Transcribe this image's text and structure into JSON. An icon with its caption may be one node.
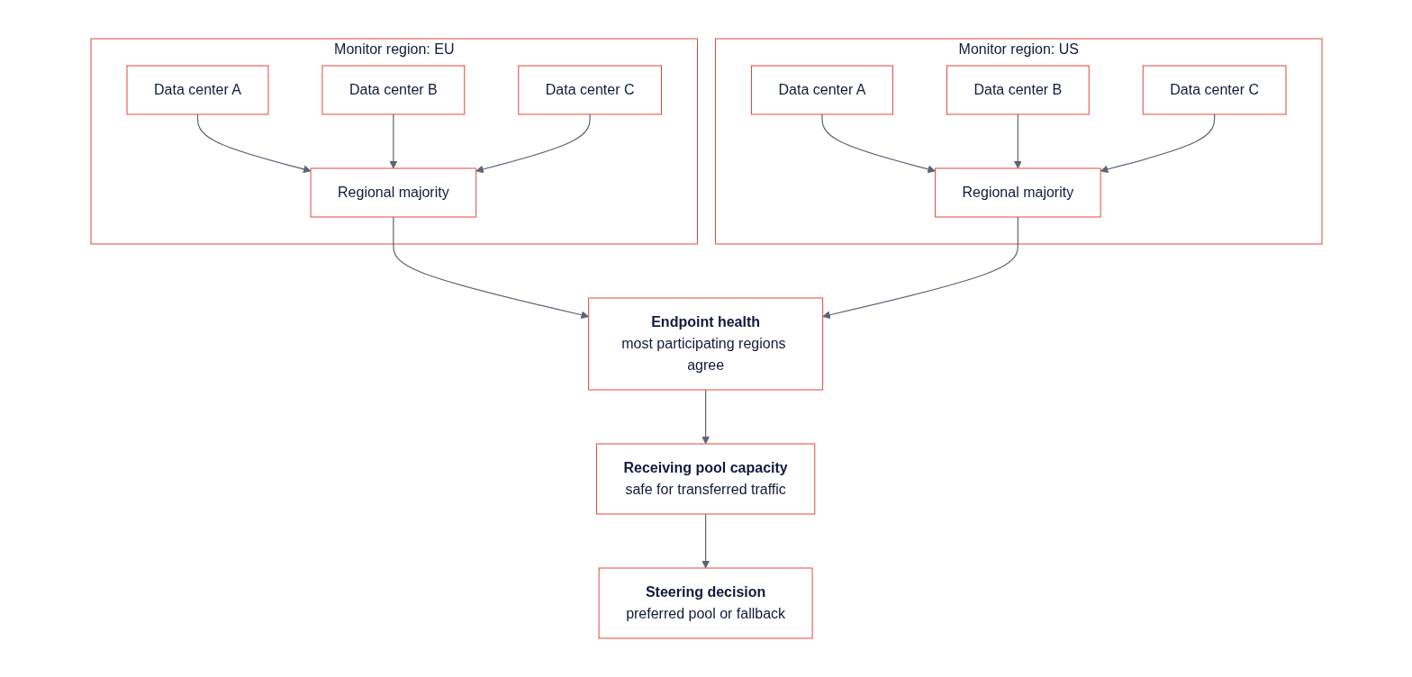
{
  "diagram": {
    "nodes": [
      {
        "text": [
          "Monitor region: EU"
        ]
      },
      {
        "text": [
          "Data center A"
        ],
        "in": 0
      },
      {
        "text": [
          "Data center B"
        ],
        "in": 0
      },
      {
        "text": [
          "Data center C"
        ],
        "in": 0
      },
      {
        "text": [
          "Regional majority"
        ],
        "in": 0
      },
      {
        "text": [
          "Monitor region: US"
        ]
      },
      {
        "text": [
          "Data center A"
        ],
        "in": 5
      },
      {
        "text": [
          "Data center B"
        ],
        "in": 5
      },
      {
        "text": [
          "Data center C"
        ],
        "in": 5
      },
      {
        "text": [
          "Regional majority"
        ],
        "in": 5
      },
      {
        "text": [
          "Endpoint health",
          "most participating regions agree"
        ]
      },
      {
        "text": [
          "Receiving pool capacity",
          "safe for transferred traffic"
        ]
      },
      {
        "text": [
          "Steering decision",
          "preferred pool or fallback"
        ]
      }
    ],
    "edges": [
      {
        "from": 1,
        "to": 4,
        "arrow": "to"
      },
      {
        "from": 2,
        "to": 4,
        "arrow": "to"
      },
      {
        "from": 3,
        "to": 4,
        "arrow": "to"
      },
      {
        "from": 6,
        "to": 9,
        "arrow": "to"
      },
      {
        "from": 7,
        "to": 9,
        "arrow": "to"
      },
      {
        "from": 8,
        "to": 9,
        "arrow": "to"
      },
      {
        "from": 4,
        "to": 10,
        "arrow": "to"
      },
      {
        "from": 9,
        "to": 10,
        "arrow": "to"
      },
      {
        "from": 10,
        "to": 11,
        "arrow": "to"
      },
      {
        "from": 11,
        "to": 12,
        "arrow": "to"
      }
    ]
  }
}
